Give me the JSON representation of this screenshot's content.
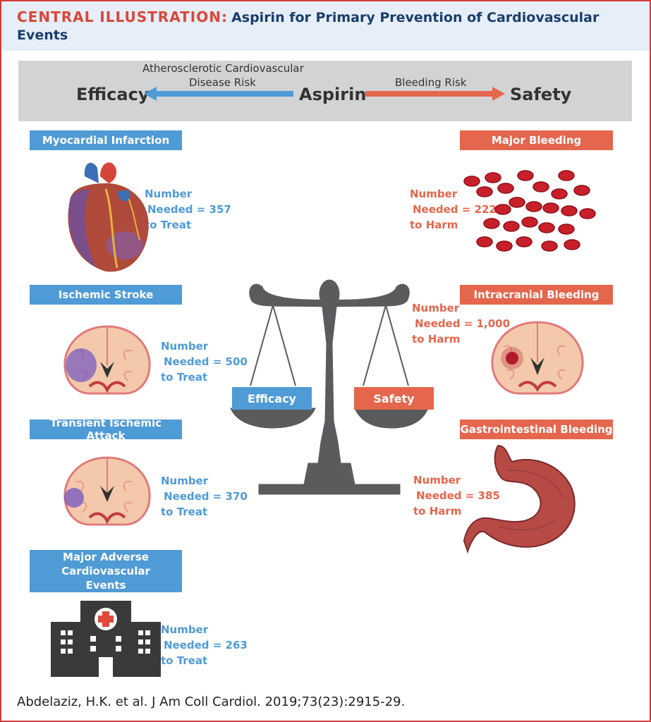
{
  "header": {
    "lead": "CENTRAL ILLUSTRATION:",
    "title_line1": "Aspirin for Primary Prevention of Cardiovascular",
    "title_line2": "Events"
  },
  "banner": {
    "efficacy": "Efficacy",
    "aspirin": "Aspirin",
    "safety": "Safety",
    "left_label_1": "Atherosclerotic Cardiovascular",
    "left_label_2": "Disease Risk",
    "right_label": "Bleeding Risk"
  },
  "efficacy_items": [
    {
      "label": "Myocardial Infarction",
      "nn_label": "Number",
      "nn_value": "Needed = 357",
      "nn_suffix": "to Treat"
    },
    {
      "label": "Ischemic Stroke",
      "nn_label": "Number",
      "nn_value": "Needed = 500",
      "nn_suffix": "to Treat"
    },
    {
      "label": "Transient Ischemic Attack",
      "nn_label": "Number",
      "nn_value": "Needed = 370",
      "nn_suffix": "to Treat"
    },
    {
      "label_1": "Major Adverse",
      "label_2": "Cardiovascular",
      "label_3": "Events",
      "nn_label": "Number",
      "nn_value": "Needed = 263",
      "nn_suffix": "to Treat"
    }
  ],
  "safety_items": [
    {
      "label": "Major Bleeding",
      "nn_label": "Number",
      "nn_value": "Needed = 222",
      "nn_suffix": "to Harm"
    },
    {
      "label": "Intracranial Bleeding",
      "nn_label": "Number",
      "nn_value": "Needed = 1,000",
      "nn_suffix": "to Harm"
    },
    {
      "label": "Gastrointestinal Bleeding",
      "nn_label": "Number",
      "nn_value": "Needed = 385",
      "nn_suffix": "to Harm"
    }
  ],
  "scale": {
    "left_pan": "Efficacy",
    "right_pan": "Safety"
  },
  "citation": "Abdelaziz, H.K. et al. J Am Coll Cardiol. 2019;73(23):2915-29.",
  "colors": {
    "accent_red": "#e4664d",
    "accent_blue": "#4f9bd6",
    "title_navy": "#1a3e6a",
    "border": "#d23a3a"
  },
  "icons": [
    "heart-icon",
    "brain-icon",
    "blood-cells-icon",
    "stomach-icon",
    "hospital-icon",
    "balance-scale-icon"
  ]
}
